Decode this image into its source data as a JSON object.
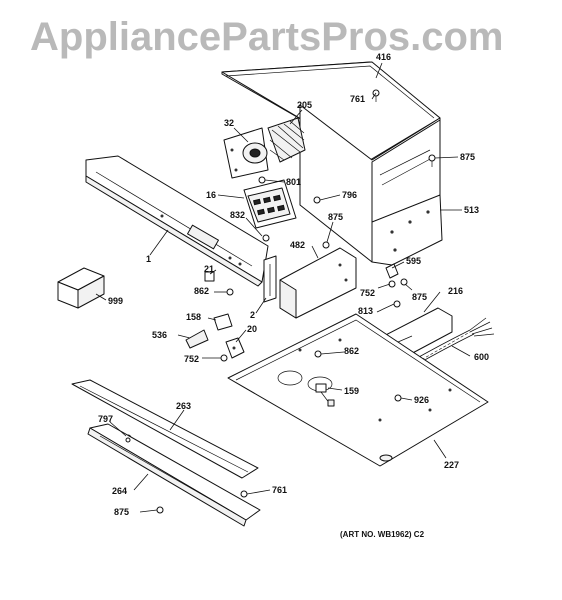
{
  "watermark": "AppliancePartsPros.com",
  "art_number": "(ART NO. WB1962) C2",
  "callouts": {
    "p416": "416",
    "p761_top": "761",
    "p205": "205",
    "p32": "32",
    "p875_top": "875",
    "p801": "801",
    "p796": "796",
    "p16": "16",
    "p513": "513",
    "p832": "832",
    "p875_mid": "875",
    "p482": "482",
    "p1": "1",
    "p595": "595",
    "p21": "21",
    "p752_right": "752",
    "p875_right": "875",
    "p862_left": "862",
    "p216": "216",
    "p999": "999",
    "p2": "2",
    "p813": "813",
    "p158": "158",
    "p20": "20",
    "p536": "536",
    "p862_mid": "862",
    "p600": "600",
    "p752_left": "752",
    "p159": "159",
    "p926": "926",
    "p263": "263",
    "p797": "797",
    "p227": "227",
    "p264": "264",
    "p761_bottom": "761",
    "p875_bottom": "875"
  }
}
